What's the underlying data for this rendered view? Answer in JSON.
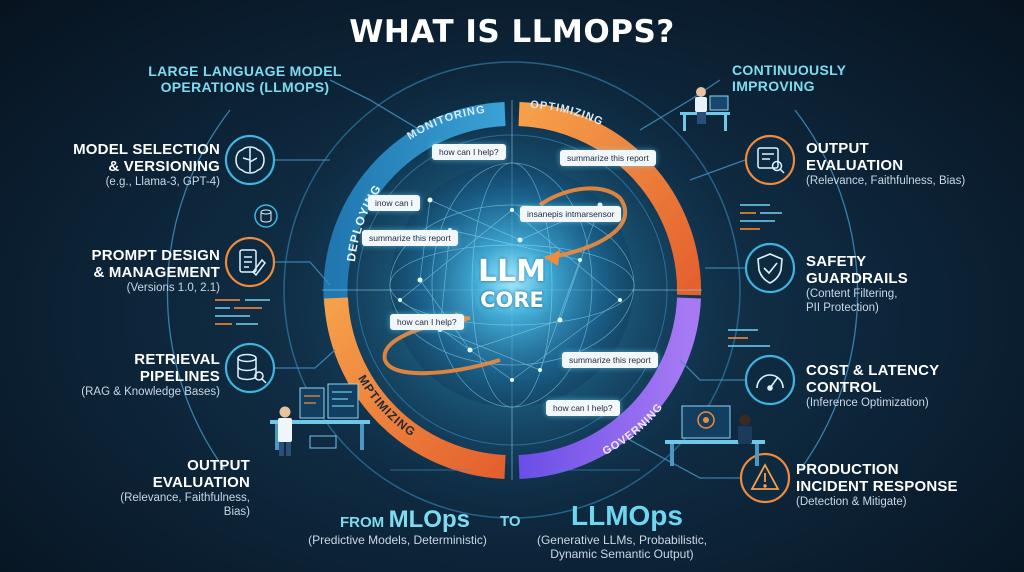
{
  "title": "WHAT IS LLMOPS?",
  "intro": {
    "line1": "LARGE LANGUAGE MODEL",
    "line2": "OPERATIONS (LLMOPS)"
  },
  "top_right": {
    "line1": "CONTINUOUSLY",
    "line2": "IMPROVING"
  },
  "core": {
    "line1": "LLM",
    "line2": "CORE"
  },
  "ring_labels": {
    "deploying": "DEPLOYING",
    "monitoring": "MONITORING",
    "optimizing": "OPTIMIZING",
    "mptimizing": "MPTIMIZING",
    "governing": "GOVERNING"
  },
  "left_items": [
    {
      "title1": "MODEL SELECTION",
      "title2": "& VERSIONING",
      "sub1": "(e.g., Llama-3, GPT-4)",
      "icon": "brain-icon"
    },
    {
      "title1": "PROMPT DESIGN",
      "title2": "& MANAGEMENT",
      "sub1": "(Versions 1.0, 2.1)",
      "icon": "document-edit-icon"
    },
    {
      "title1": "RETRIEVAL",
      "title2": "PIPELINES",
      "sub1": "(RAG & Knowledge Bases)",
      "icon": "database-search-icon"
    },
    {
      "title1": "OUTPUT",
      "title2": "EVALUATION",
      "sub1": "(Relevance, Faithfulness,",
      "sub2": "Bias)"
    }
  ],
  "right_items": [
    {
      "title1": "OUTPUT",
      "title2": "EVALUATION",
      "sub1": "(Relevance, Faithfulness, Bias)",
      "icon": "report-search-icon"
    },
    {
      "title1": "SAFETY",
      "title2": "GUARDRAILS",
      "sub1": "(Content Filtering,",
      "sub2": "PII Protection)",
      "icon": "shield-check-icon"
    },
    {
      "title1": "COST & LATENCY",
      "title2": "CONTROL",
      "sub1": "(Inference Optimization)",
      "icon": "gauge-icon"
    },
    {
      "title1": "PRODUCTION",
      "title2": "INCIDENT RESPONSE",
      "sub1": "(Detection & Mitigate)",
      "icon": "warning-icon"
    }
  ],
  "bubbles": [
    "how can I help?",
    "summarize this report",
    "inow can i",
    "insanepis intmarsensor",
    "summarize this report",
    "how can I help?",
    "summarize this report",
    "how can I help?"
  ],
  "bottom": {
    "from_word": "FROM",
    "from_name": "MLOps",
    "from_sub": "(Predictive Models, Deterministic)",
    "to_word": "TO",
    "to_name": "LLMOps",
    "to_sub1": "(Generative LLMs, Probabilistic,",
    "to_sub2": "Dynamic Semantic Output)"
  },
  "colors": {
    "accent_cyan": "#5fd8ff",
    "ring_blue": "#2b7fb8",
    "ring_orange": "#ef7d3a",
    "ring_purple": "#8a5cf0",
    "heading_cyan": "#7fdcf0"
  }
}
